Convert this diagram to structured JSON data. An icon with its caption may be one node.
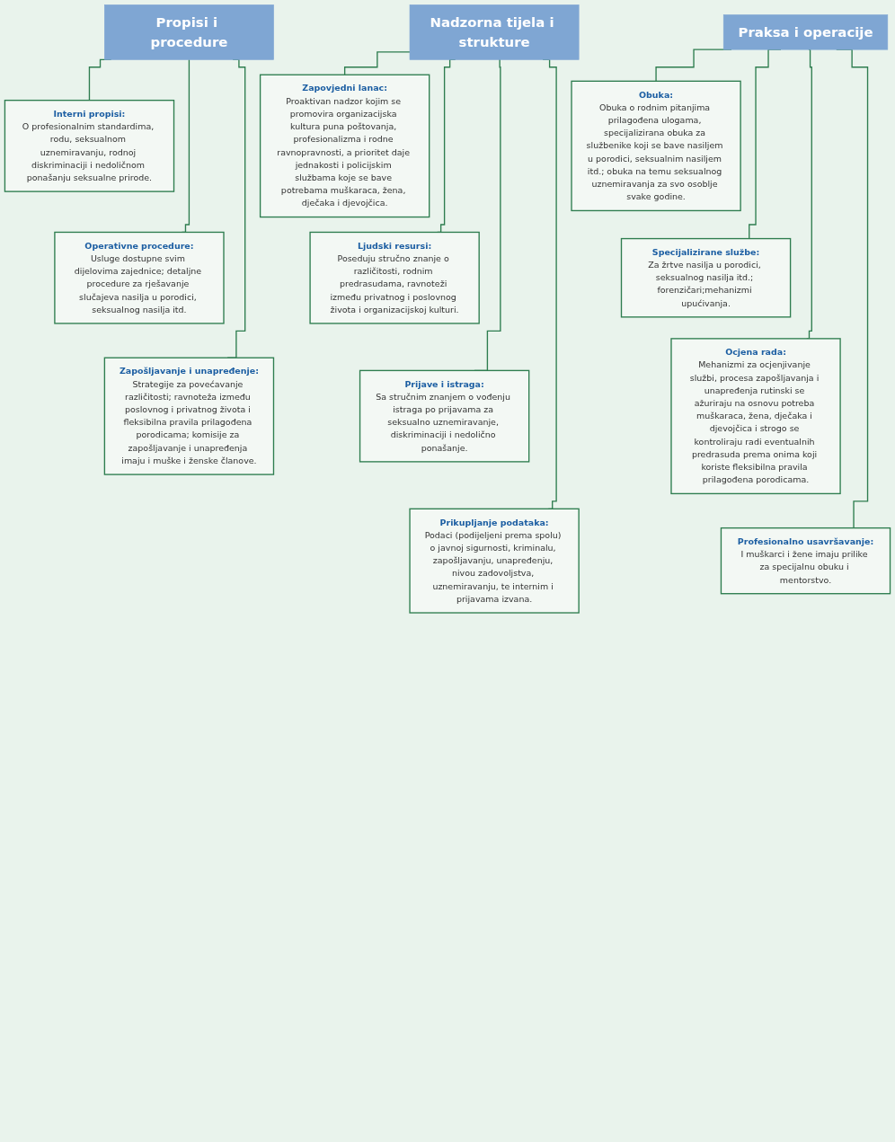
{
  "diagram": {
    "nodes": [
      {
        "text": [
          "Nadzorna tijela i strukture"
        ]
      },
      {
        "text": [
          "Zapovjedni lanac:",
          "Proaktivan nadzor kojim se promovira organizacijska kultura puna poštovanja, profesionalizma i rodne ravnopravnosti, a prioritet daje jednakosti i policijskim službama koje se bave potrebama muškaraca, žena, dječaka i djevojčica."
        ]
      },
      {
        "text": [
          "Ljudski resursi:",
          "Poseduju stručno znanje o različitosti, rodnim predrasudama, ravnoteži između privatnog i poslovnog života i organizacijskoj kulturi."
        ]
      },
      {
        "text": [
          "Prijave i istraga:",
          "Sa stručnim znanjem o vođenju istraga po prijavama za seksualno uznemiravanje, diskriminaciji i nedolično ponašanje."
        ]
      },
      {
        "text": [
          "Prikupljanje podataka:",
          "Podaci (podijeljeni prema spolu) o javnoj sigurnosti, kriminalu, zapošljavanju, unapređenju, nivou zadovoljstva, uznemiravanju, te internim i prijavama izvana."
        ]
      },
      {
        "text": [
          "Propisi i procedure"
        ]
      },
      {
        "text": [
          "Interni propisi:",
          "O profesionalnim standardima, rodu, seksualnom uznemiravanju, rodnoj diskriminaciji i nedoličnom ponašanju seksualne prirode."
        ]
      },
      {
        "text": [
          "Operativne procedure:",
          "Usluge dostupne svim dijelovima zajednice; detaljne procedure za rješavanje slučajeva nasilja u porodici, seksualnog nasilja itd."
        ]
      },
      {
        "text": [
          "Zapošljavanje i unapređenje:",
          "Strategije za povećavanje različitosti; ravnoteža između poslovnog i privatnog života i fleksibilna pravila prilagođena porodicama; komisije za zapošljavanje i unapređenja imaju i muške i ženske članove."
        ]
      },
      {
        "text": [
          "Praksa i operacije"
        ]
      },
      {
        "text": [
          "Obuka:",
          "Obuka o rodnim pitanjima prilagođena ulogama, specijalizirana obuka za službenike koji se bave nasiljem u porodici, seksualnim nasiljem itd.; obuka na temu seksualnog uznemiravanja za svo osoblje svake godine."
        ]
      },
      {
        "text": [
          "Specijalizirane službe:",
          "Za žrtve nasilja u porodici, seksualnog nasilja itd.; forenzičari;mehanizmi upućivanja."
        ]
      },
      {
        "text": [
          "Ocjena rada:",
          "Mehanizmi za ocjenjivanje službi, procesa zapošljavanja i unapređenja rutinski se ažuriraju na osnovu potreba muškaraca, žena, dječaka i djevojčica i strogo se kontroliraju radi eventualnih predrasuda prema onima koji koriste fleksibilna pravila prilagođena porodicama."
        ]
      },
      {
        "text": [
          "Profesionalno usavršavanje:",
          "I muškarci i žene imaju prilike za specijalnu obuku i mentorstvo."
        ]
      }
    ],
    "edges": [
      {
        "from": 0,
        "to": 1,
        "arrow": "none"
      },
      {
        "from": 0,
        "to": 2,
        "arrow": "none"
      },
      {
        "from": 0,
        "to": 3,
        "arrow": "none"
      },
      {
        "from": 0,
        "to": 4,
        "arrow": "none"
      },
      {
        "from": 5,
        "to": 6,
        "arrow": "none"
      },
      {
        "from": 5,
        "to": 7,
        "arrow": "none"
      },
      {
        "from": 5,
        "to": 8,
        "arrow": "none"
      },
      {
        "from": 9,
        "to": 10,
        "arrow": "none"
      },
      {
        "from": 9,
        "to": 11,
        "arrow": "none"
      },
      {
        "from": 9,
        "to": 12,
        "arrow": "none"
      },
      {
        "from": 9,
        "to": 13,
        "arrow": "none"
      }
    ]
  }
}
